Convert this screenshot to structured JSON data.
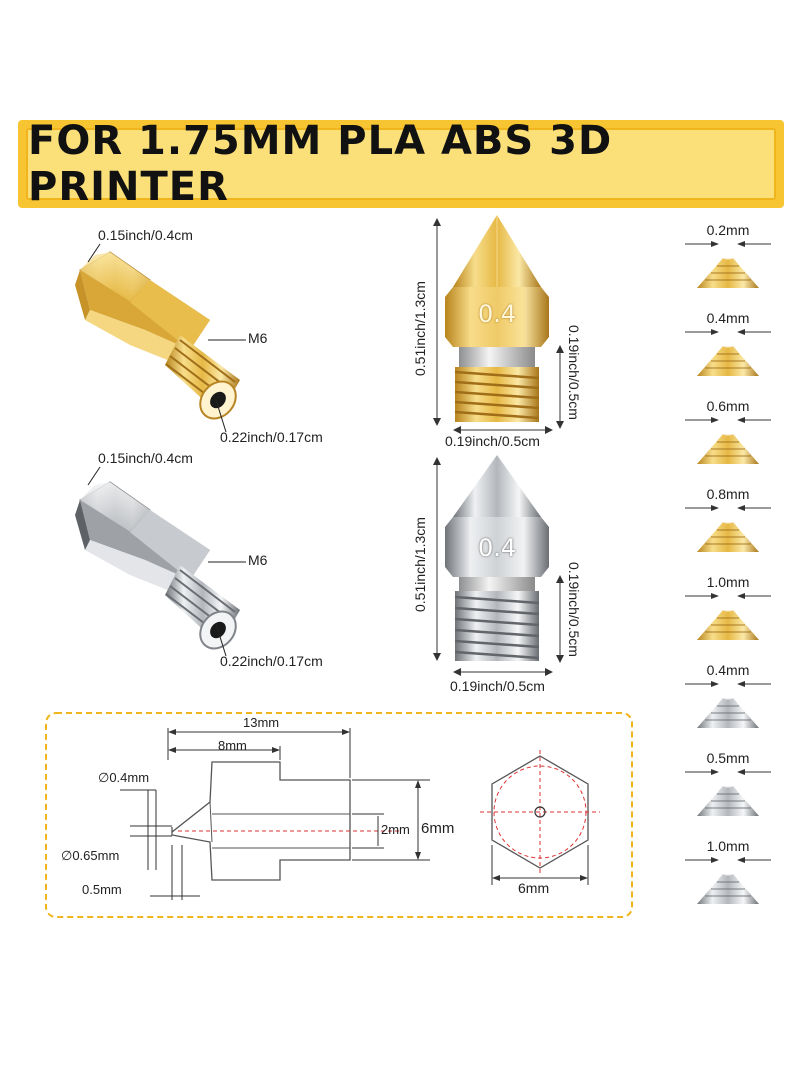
{
  "banner": {
    "title": "FOR 1.75MM PLA ABS 3D PRINTER",
    "bg_color": "#f7c531"
  },
  "brass_nozzle": {
    "tip_label": "0.15inch/0.4cm",
    "thread_label": "M6",
    "bore_label": "0.22inch/0.17cm",
    "color": "#e4b43c"
  },
  "steel_nozzle": {
    "tip_label": "0.15inch/0.4cm",
    "thread_label": "M6",
    "bore_label": "0.22inch/0.17cm",
    "color": "#b9bcc0"
  },
  "brass_side": {
    "engraving": "0.4",
    "height_label": "0.51inch/1.3cm",
    "thread_height_label": "0.19inch/0.5cm",
    "width_label": "0.19inch/0.5cm"
  },
  "steel_side": {
    "engraving": "0.4",
    "height_label": "0.51inch/1.3cm",
    "thread_height_label": "0.19inch/0.5cm",
    "width_label": "0.19inch/0.5cm"
  },
  "tip_sizes": [
    {
      "label": "0.2mm",
      "material": "brass"
    },
    {
      "label": "0.4mm",
      "material": "brass"
    },
    {
      "label": "0.6mm",
      "material": "brass"
    },
    {
      "label": "0.8mm",
      "material": "brass"
    },
    {
      "label": "1.0mm",
      "material": "brass"
    },
    {
      "label": "0.4mm",
      "material": "steel"
    },
    {
      "label": "0.5mm",
      "material": "steel"
    },
    {
      "label": "1.0mm",
      "material": "steel"
    }
  ],
  "drawing": {
    "overall_length": "13mm",
    "body_length": "8mm",
    "tip_diameter": "∅0.4mm",
    "tip_outer_diameter": "∅0.65mm",
    "tip_length": "0.5mm",
    "bore_diameter": "2mm",
    "thread_diameter": "6mm",
    "hex_width": "6mm",
    "border_color": "#f0b51c"
  }
}
